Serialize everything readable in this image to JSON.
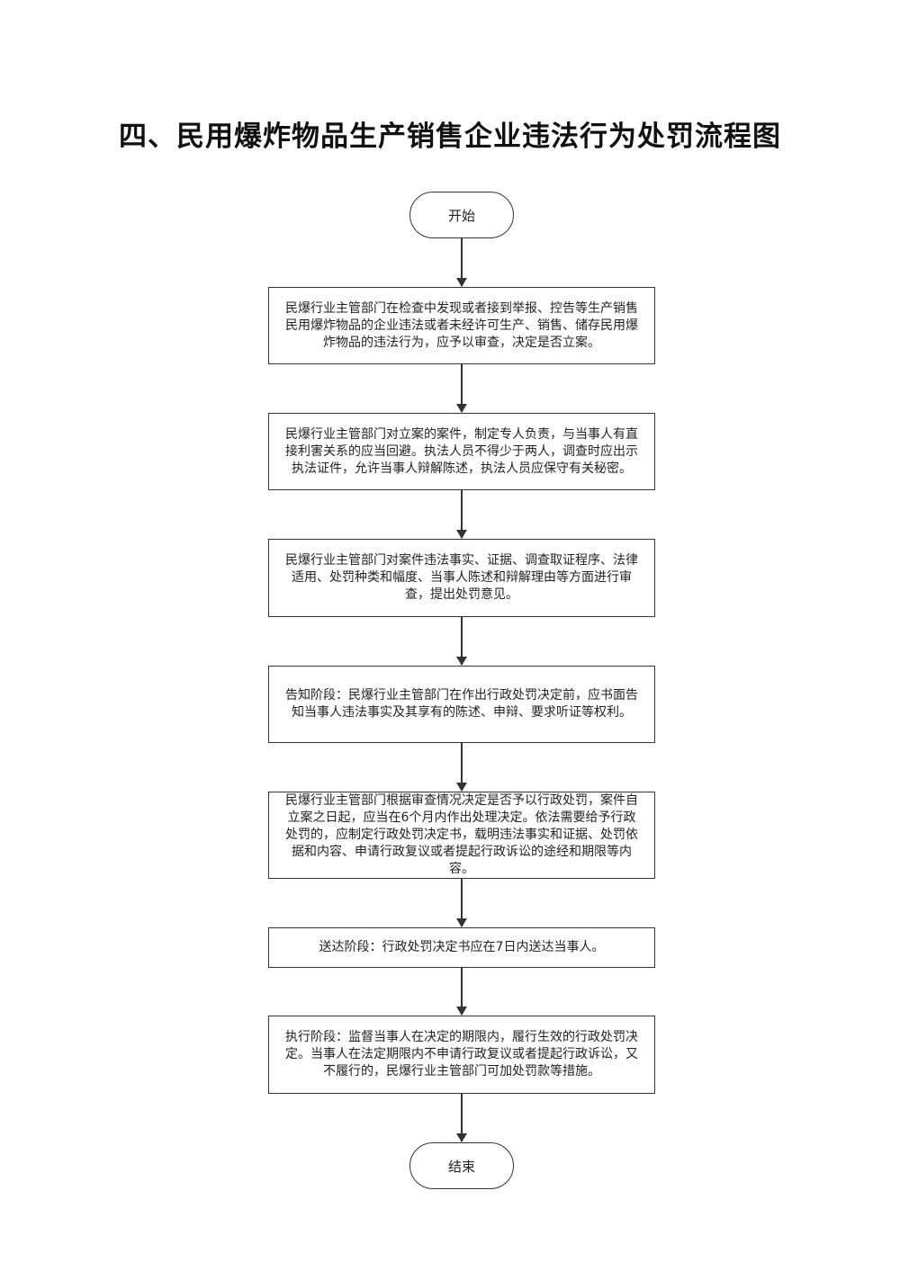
{
  "title": "四、民用爆炸物品生产销售企业违法行为处罚流程图",
  "start_label": "开始",
  "end_label": "结束",
  "steps": [
    "民爆行业主管部门在检查中发现或者接到举报、控告等生产销售民用爆炸物品的企业违法或者未经许可生产、销售、储存民用爆炸物品的违法行为，应予以审查，决定是否立案。",
    "民爆行业主管部门对立案的案件，制定专人负责，与当事人有直接利害关系的应当回避。执法人员不得少于两人，调查时应出示执法证件，允许当事人辩解陈述，执法人员应保守有关秘密。",
    "民爆行业主管部门对案件违法事实、证据、调查取证程序、法律适用、处罚种类和幅度、当事人陈述和辩解理由等方面进行审查，提出处罚意见。",
    "告知阶段：民爆行业主管部门在作出行政处罚决定前，应书面告知当事人违法事实及其享有的陈述、申辩、要求听证等权利。",
    "民爆行业主管部门根据审查情况决定是否予以行政处罚，案件自立案之日起，应当在6个月内作出处理决定。依法需要给予行政处罚的，应制定行政处罚决定书，载明违法事实和证据、处罚依据和内容、申请行政复议或者提起行政诉讼的途经和期限等内容。",
    "送达阶段：行政处罚决定书应在7日内送达当事人。",
    "执行阶段：监督当事人在决定的期限内，履行生效的行政处罚决定。当事人在法定期限内不申请行政复议或者提起行政诉讼，又不履行的，民爆行业主管部门可加处罚款等措施。"
  ]
}
